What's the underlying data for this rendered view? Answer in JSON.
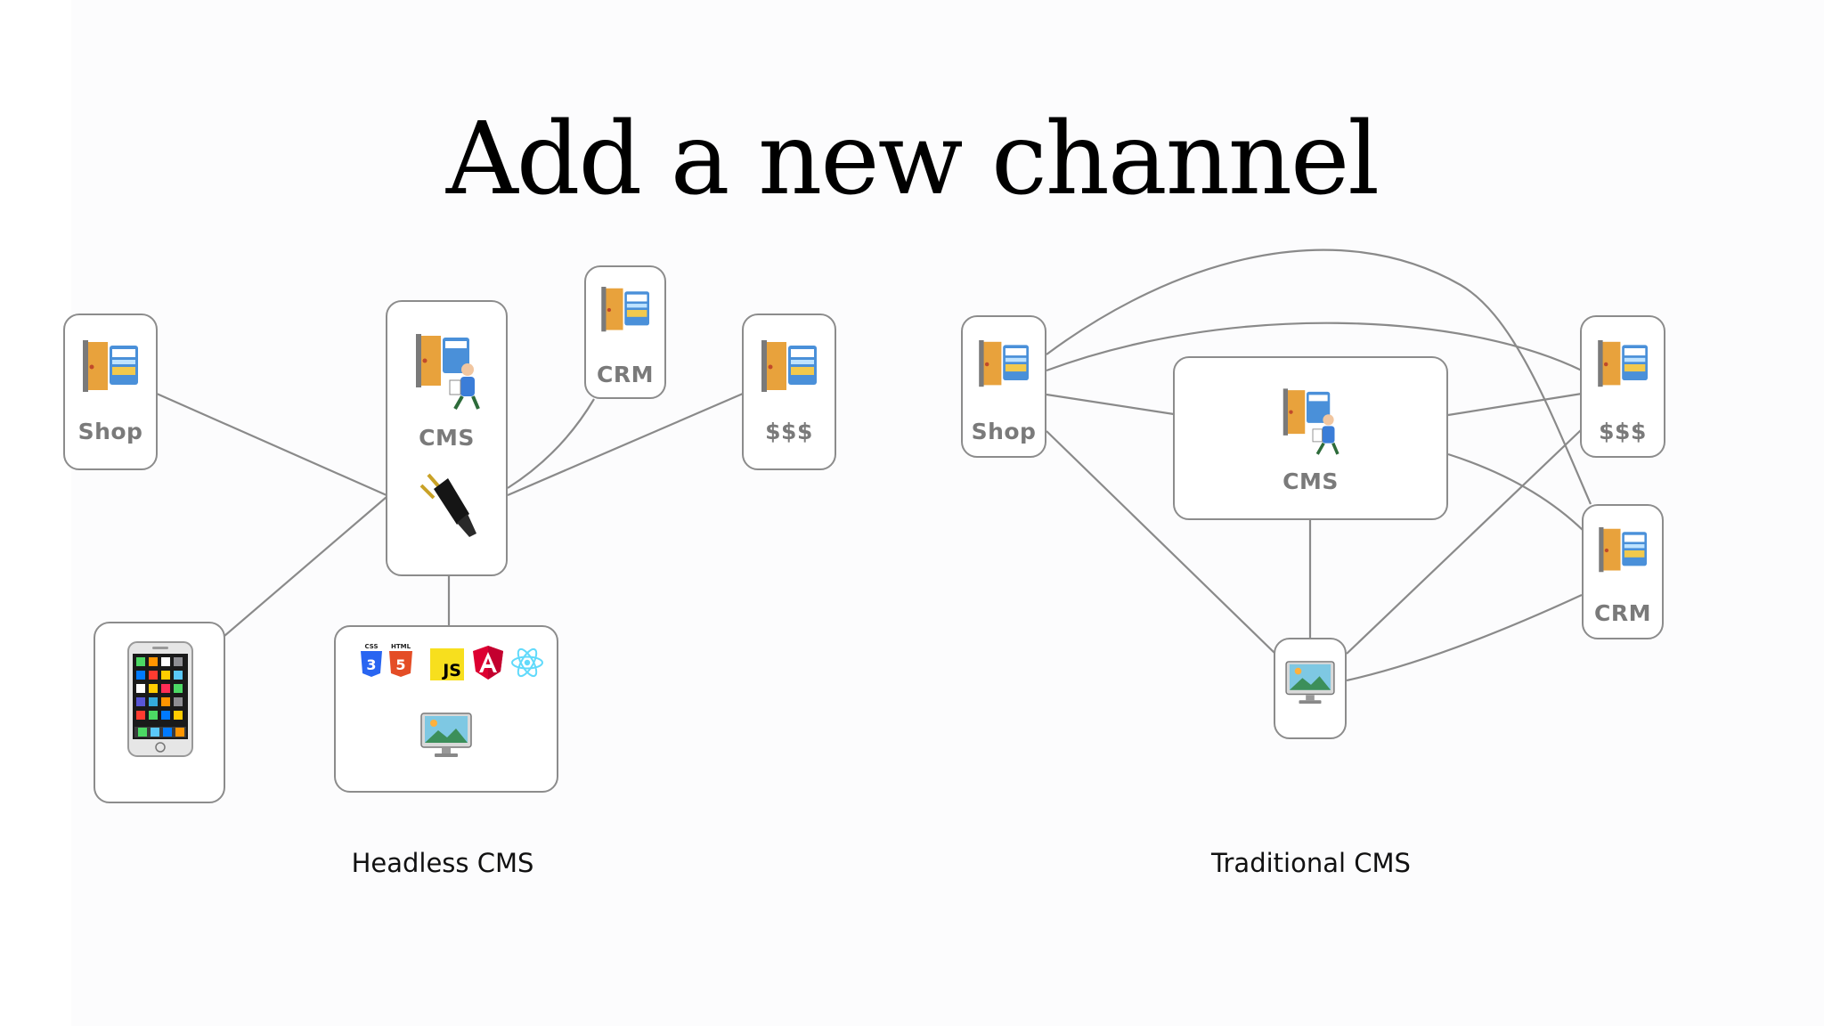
{
  "title": "Add a new channel",
  "headless": {
    "caption": "Headless CMS",
    "nodes": {
      "shop": "Shop",
      "cms": "CMS",
      "crm": "CRM",
      "money": "$$$"
    },
    "tech_badges": [
      "CSS",
      "HTML",
      "JS"
    ]
  },
  "traditional": {
    "caption": "Traditional CMS",
    "nodes": {
      "shop": "Shop",
      "cms": "CMS",
      "money": "$$$",
      "crm": "CRM"
    }
  },
  "colors": {
    "wire": "#8a8a8a",
    "node_border": "#8c8c8c",
    "label": "#7a7a7a"
  }
}
